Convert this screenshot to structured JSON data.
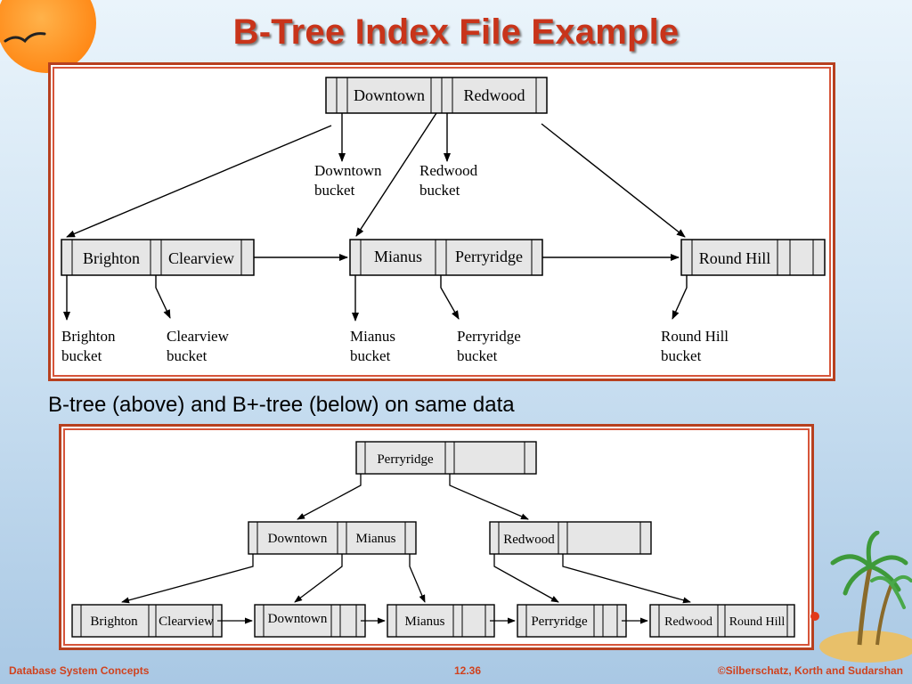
{
  "slide": {
    "title": "B-Tree Index File Example",
    "caption": "B-tree (above) and B+-tree (below) on same data",
    "footer_left": "Database System Concepts",
    "footer_center": "12.36",
    "footer_right": "©Silberschatz, Korth and Sudarshan"
  },
  "btree": {
    "root_keys": [
      "Downtown",
      "Redwood"
    ],
    "root_buckets": [
      [
        "Downtown",
        "bucket"
      ],
      [
        "Redwood",
        "bucket"
      ]
    ],
    "left_keys": [
      "Brighton",
      "Clearview"
    ],
    "left_buckets": [
      [
        "Brighton",
        "bucket"
      ],
      [
        "Clearview",
        "bucket"
      ]
    ],
    "mid_keys": [
      "Mianus",
      "Perryridge"
    ],
    "mid_buckets": [
      [
        "Mianus",
        "bucket"
      ],
      [
        "Perryridge",
        "bucket"
      ]
    ],
    "right_keys": [
      "Round Hill"
    ],
    "right_buckets": [
      [
        "Round Hill",
        "bucket"
      ]
    ]
  },
  "bplustree": {
    "root_keys": [
      "Perryridge"
    ],
    "inner_left_keys": [
      "Downtown",
      "Mianus"
    ],
    "inner_right_keys": [
      "Redwood"
    ],
    "leaves": [
      [
        "Brighton",
        "Clearview"
      ],
      [
        "Downtown"
      ],
      [
        "Mianus"
      ],
      [
        "Perryridge"
      ],
      [
        "Redwood",
        "Round Hill"
      ]
    ]
  },
  "colors": {
    "title": "#c8341a",
    "frame": "#b7401f",
    "footer": "#d0421e",
    "node_fill": "#e6e6e6"
  }
}
